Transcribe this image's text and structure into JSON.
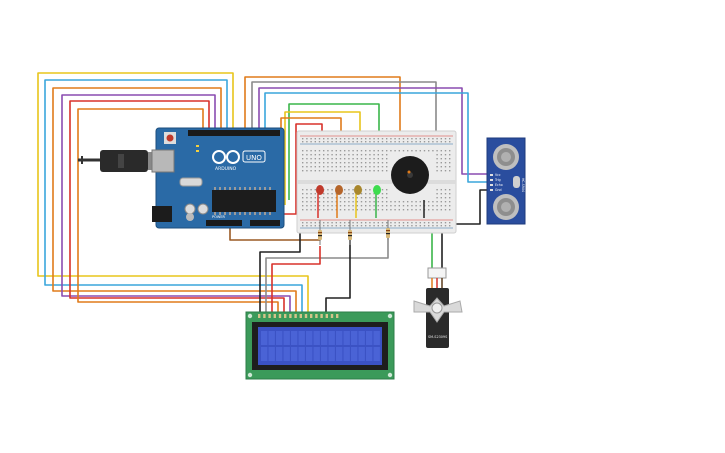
{
  "arduino": {
    "logo_text": "ARDUINO",
    "model_text": "UNO",
    "digital_header_label": "DIGITAL (PWM~)",
    "power_label": "POWER",
    "analog_label": "ANALOG IN"
  },
  "ultrasonic": {
    "pin_labels": [
      "Vcc",
      "Trig",
      "Echo",
      "Gnd"
    ],
    "model_label": "HC-SR04"
  },
  "servo": {
    "model_label": "SM-S2309S"
  },
  "colors": {
    "wire_orange": "#e07b1a",
    "wire_yellow": "#e8c51c",
    "wire_blue": "#3aa6dc",
    "wire_purple": "#8a4cb0",
    "wire_red": "#d8322b",
    "wire_green": "#3ab54a",
    "wire_black": "#222222",
    "wire_grey": "#8a8a8a",
    "wire_brown": "#9a5a24",
    "arduino_board": "#2a6aa6",
    "lcd_screen": "#3b52c4",
    "lcd_pcb": "#3b9a5a"
  },
  "leds": [
    "red",
    "orange",
    "yellow",
    "green"
  ]
}
